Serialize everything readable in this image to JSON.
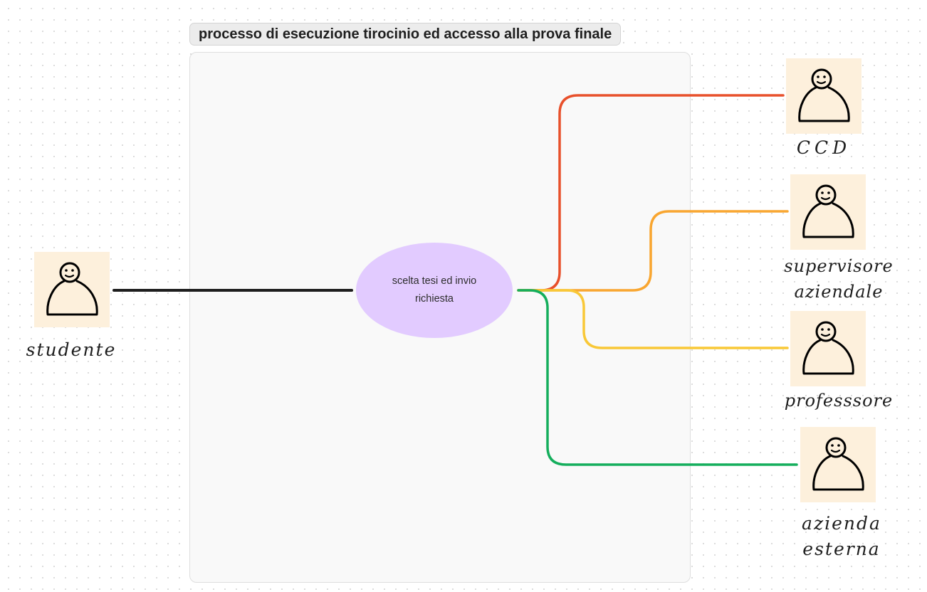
{
  "section": {
    "title": "processo di esecuzione tirocinio ed accesso alla prova finale"
  },
  "process_node": {
    "label": "scelta tesi ed invio richiesta"
  },
  "actors": {
    "studente": {
      "label": "studente"
    },
    "ccd": {
      "label": "CCD"
    },
    "supervisore": {
      "line1": "supervisore",
      "line2": "aziendale"
    },
    "professore": {
      "label": "professsore"
    },
    "azienda": {
      "line1": "azienda",
      "line2": "esterna"
    }
  },
  "colors": {
    "connector_studente": "#1e1e1e",
    "connector_ccd": "#e8502b",
    "connector_supervisore": "#f9a630",
    "connector_professore": "#f9c837",
    "connector_azienda": "#14ae5c",
    "ellipse_fill": "#e2cbff",
    "actor_fill": "#fdf0dc"
  },
  "icons": {
    "actor": "person-icon"
  }
}
